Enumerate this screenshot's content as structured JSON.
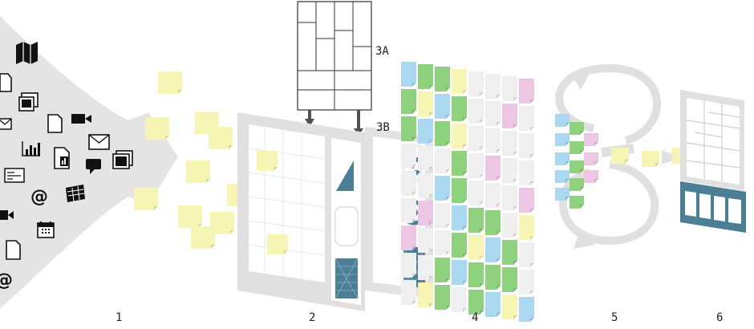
{
  "diagram": {
    "stages": [
      {
        "id": "1",
        "label": "1"
      },
      {
        "id": "2",
        "label": "2"
      },
      {
        "id": "4",
        "label": "4"
      },
      {
        "id": "5",
        "label": "5"
      },
      {
        "id": "6",
        "label": "6"
      }
    ],
    "callouts": {
      "a": "3A",
      "b": "3B"
    },
    "source_icons": [
      "map-icon",
      "document-icon",
      "photos-icon",
      "envelope-icon",
      "video-camera-icon",
      "bar-chart-icon",
      "chart-document-icon",
      "speech-bubble-icon",
      "slides-icon",
      "at-sign-icon",
      "calendar-icon",
      "spreadsheet-icon",
      "form-icon"
    ],
    "colors": {
      "funnel": "#e4e4e4",
      "note_yellow": "#f7f5b4",
      "note_green": "#8fd27d",
      "note_blue": "#a9d8f0",
      "note_pink": "#ecc6e3",
      "note_gray": "#efefef",
      "accent_teal": "#4a7f96",
      "arrow_dark": "#505050"
    },
    "grid4_colors": [
      [
        "b",
        "g",
        "g",
        "y",
        "w",
        "w",
        "w",
        "p"
      ],
      [
        "g",
        "y",
        "b",
        "g",
        "w",
        "w",
        "p",
        "w"
      ],
      [
        "g",
        "b",
        "g",
        "y",
        "w",
        "w",
        "w",
        "w"
      ],
      [
        "w",
        "w",
        "w",
        "g",
        "w",
        "p",
        "w",
        "w"
      ],
      [
        "w",
        "w",
        "b",
        "g",
        "w",
        "w",
        "w",
        "p"
      ],
      [
        "w",
        "p",
        "w",
        "b",
        "g",
        "g",
        "w",
        "y"
      ],
      [
        "p",
        "w",
        "w",
        "g",
        "y",
        "b",
        "g",
        "w"
      ],
      [
        "w",
        "w",
        "g",
        "b",
        "g",
        "g",
        "g",
        "w"
      ],
      [
        "w",
        "y",
        "g",
        "w",
        "g",
        "b",
        "y",
        "b"
      ]
    ]
  }
}
